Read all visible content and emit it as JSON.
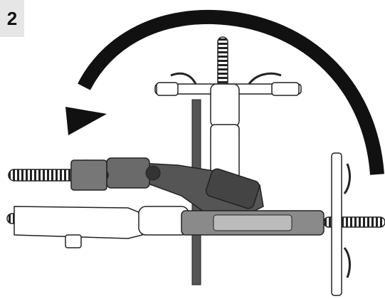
{
  "step": {
    "number": "2"
  },
  "icons": {
    "arrow": "curved-rotate-counterclockwise-arrow",
    "bike_folded": "folded-bike-top-view",
    "bike_mid": "bike-rotating-midway",
    "bike_upright": "bike-vertical-top-view"
  },
  "colors": {
    "badge_bg": "#e6e6e6",
    "arrow": "#111111",
    "outline": "#222222",
    "light_fill": "#ffffff",
    "mid_fill": "#8a8a8a",
    "dark_fill": "#4a4a4a"
  }
}
